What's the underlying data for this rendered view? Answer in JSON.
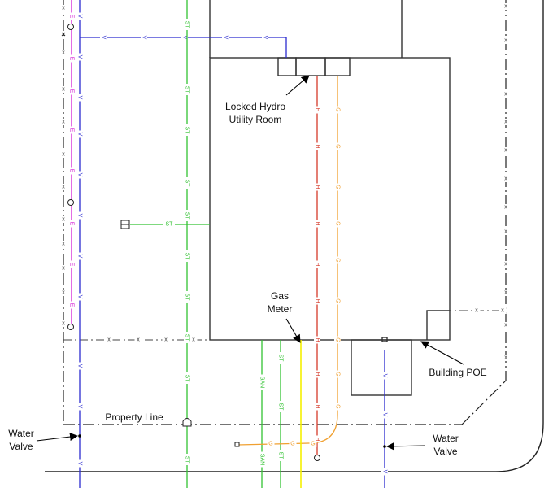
{
  "labels": {
    "hydro_room": [
      "Locked Hydro",
      "Utility Room"
    ],
    "gas_meter": [
      "Gas",
      "Meter"
    ],
    "building_poe": "Building POE",
    "property_line": "Property Line",
    "water_valve_left": [
      "Water",
      "Valve"
    ],
    "water_valve_right": [
      "Water",
      "Valve"
    ]
  },
  "line_tags": {
    "water": "V",
    "electrical": "E",
    "storm": "ST",
    "sanitary": "SAN",
    "hydro": "H",
    "gas": "G",
    "fence": "x"
  },
  "colors": {
    "water": "#2b2bcf",
    "electrical": "#d61fd6",
    "storm": "#33c233",
    "hydro": "#d63a2a",
    "gas": "#f0a030",
    "gas_meter_line": "#f5f000",
    "building": "#333333",
    "property": "#222222"
  }
}
